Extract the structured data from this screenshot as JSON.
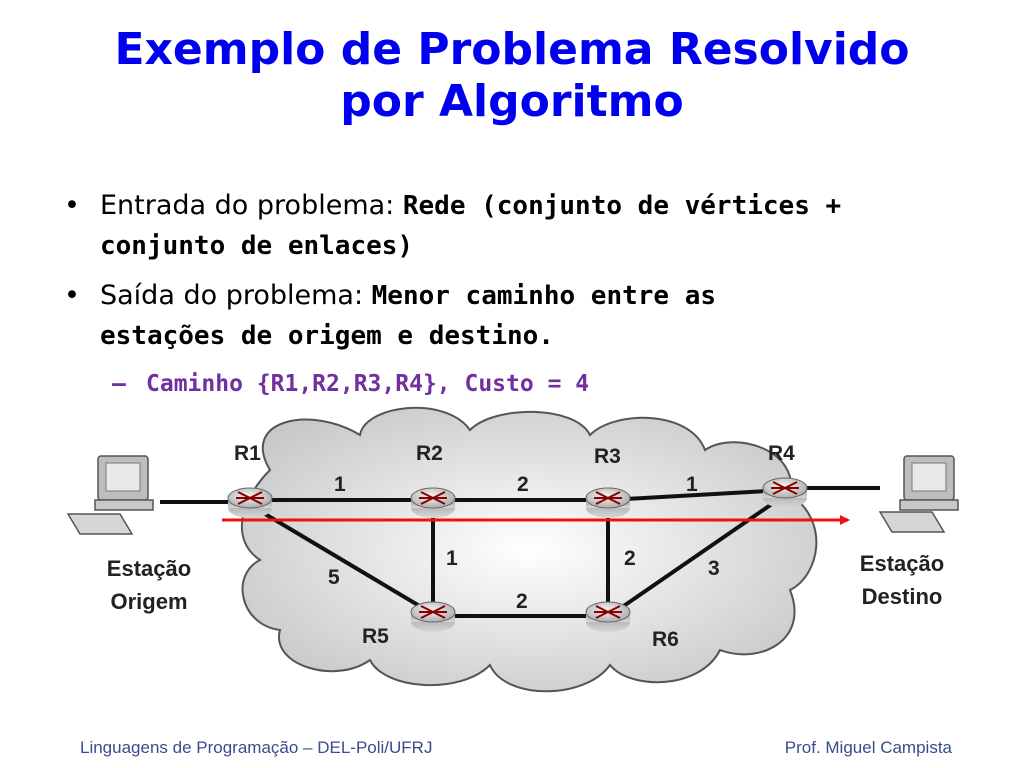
{
  "title": {
    "line1": "Exemplo de Problema Resolvido",
    "line2": "por Algoritmo"
  },
  "bullets": [
    {
      "prefix": "Entrada do problema: ",
      "bold_line1": "Rede (conjunto de vértices +",
      "bold_line2": "conjunto de enlaces)"
    },
    {
      "prefix": "Saída do problema: ",
      "bold_line1": "Menor caminho entre as",
      "bold_line2": "estações de origem e destino."
    }
  ],
  "sub_bullet": {
    "dash": "–",
    "text": "Caminho {R1,R2,R3,R4}, Custo = 4"
  },
  "network": {
    "routers": {
      "r1": "R1",
      "r2": "R2",
      "r3": "R3",
      "r4": "R4",
      "r5": "R5",
      "r6": "R6"
    },
    "costs": {
      "r1_r2": "1",
      "r2_r3": "2",
      "r3_r4": "1",
      "r1_r5": "5",
      "r2_r5": "1",
      "r5_r6": "2",
      "r3_r6": "2",
      "r4_r6": "3"
    },
    "origin": {
      "line1": "Estação",
      "line2": "Origem"
    },
    "destination": {
      "line1": "Estação",
      "line2": "Destino"
    },
    "path_color": "#ee1111"
  },
  "footer": {
    "left": "Linguagens de Programação – DEL-Poli/UFRJ",
    "right": "Prof. Miguel Campista"
  }
}
